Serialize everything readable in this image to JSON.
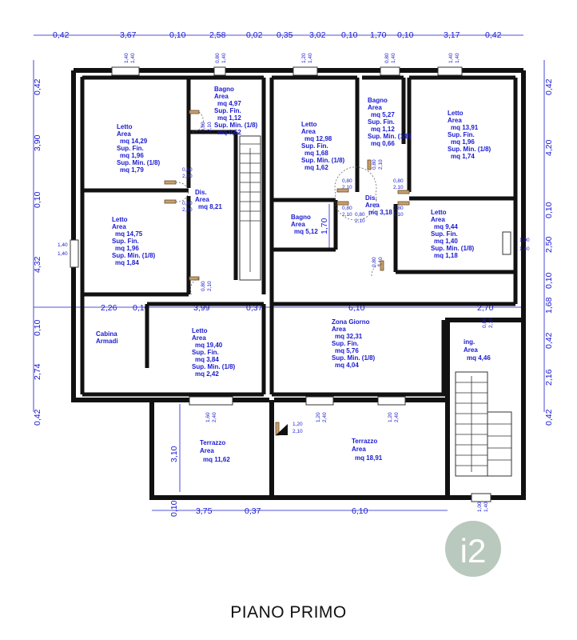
{
  "title": "PIANO PRIMO",
  "logo_text": "i2",
  "colors": {
    "annotation": "#1a1ad0",
    "wall": "#111111",
    "logo_bg": "#b9c9bd",
    "door": "#c8a070"
  },
  "top_dimensions": [
    "0,42",
    "3,67",
    "0,10",
    "2,58",
    "0,02",
    "0,35",
    "3,02",
    "0,10",
    "1,70",
    "0,10",
    "3,17",
    "0,42"
  ],
  "left_dimensions": [
    "0,42",
    "3,90",
    "0,10",
    "4,32",
    "0,10",
    "2,74",
    "0,42"
  ],
  "right_dimensions": [
    "0,42",
    "4,20",
    "0,10",
    "2,50",
    "0,10",
    "1,68",
    "0,42",
    "2,16",
    "0,42"
  ],
  "bottom_dimensions": [
    "0,10",
    "3,75",
    "0,37",
    "6,10"
  ],
  "middle_dimensions": [
    "2,26",
    "0,10",
    "3,99",
    "0,37",
    "6,10",
    "2,70"
  ],
  "vertical_inner_dimensions": [
    "1,70",
    "3,10"
  ],
  "rooms": [
    {
      "name": "Letto",
      "lines": [
        "Area",
        "mq 14,29",
        "Sup. Fin.",
        "mq 1,96",
        "Sup. Min. (1/8)",
        "mq 1,79"
      ]
    },
    {
      "name": "Bagno",
      "lines": [
        "Area",
        "mq 4,97",
        "Sup. Fin.",
        "mq 1,12",
        "Sup. Min. (1/8)",
        "mq 0,62"
      ]
    },
    {
      "name": "Letto",
      "lines": [
        "Area",
        "mq 12,98",
        "Sup. Fin.",
        "mq 1,68",
        "Sup. Min. (1/8)",
        "mq 1,62"
      ]
    },
    {
      "name": "Bagno",
      "lines": [
        "Area",
        "mq 5,27",
        "Sup. Fin.",
        "mq 1,12",
        "Sup. Min. (1/8)",
        "mq 0,66"
      ]
    },
    {
      "name": "Letto",
      "lines": [
        "Area",
        "mq 13,91",
        "Sup. Fin.",
        "mq 1,96",
        "Sup. Min. (1/8)",
        "mq 1,74"
      ]
    },
    {
      "name": "Dis.",
      "lines": [
        "Area",
        "mq 8,21"
      ]
    },
    {
      "name": "Letto",
      "lines": [
        "Area",
        "mq 14,75",
        "Sup. Fin.",
        "mq 1,96",
        "Sup. Min. (1/8)",
        "mq 1,84"
      ]
    },
    {
      "name": "Bagno",
      "lines": [
        "Area",
        "mq 5,12"
      ]
    },
    {
      "name": "Dis.",
      "lines": [
        "Area",
        "mq 3,18"
      ]
    },
    {
      "name": "Letto",
      "lines": [
        "Area",
        "mq 9,44",
        "Sup. Fin.",
        "mq 1,40",
        "Sup. Min. (1/8)",
        "mq 1,18"
      ]
    },
    {
      "name": "Cabina",
      "lines": [
        "Armadi"
      ]
    },
    {
      "name": "Letto",
      "lines": [
        "Area",
        "mq 19,40",
        "Sup. Fin.",
        "mq 3,84",
        "Sup. Min. (1/8)",
        "mq 2,42"
      ]
    },
    {
      "name": "Zona Giorno",
      "lines": [
        "Area",
        "mq 32,31",
        "Sup. Fin.",
        "mq 5,76",
        "Sup. Min. (1/8)",
        "mq 4,04"
      ]
    },
    {
      "name": "ing.",
      "lines": [
        "Area",
        "mq 4,46"
      ]
    },
    {
      "name": "Terrazzo",
      "lines": [
        "Area",
        "mq 11,62"
      ]
    },
    {
      "name": "Terrazzo",
      "lines": [
        "Area",
        "mq 18,91"
      ]
    }
  ],
  "openings": [
    [
      "1,40",
      "1,40"
    ],
    [
      "0,80",
      "1,40"
    ],
    [
      "1,20",
      "1,40"
    ],
    [
      "0,80",
      "1,40"
    ],
    [
      "1,40",
      "1,40"
    ],
    [
      "0,80",
      "2,10"
    ],
    [
      "0,80",
      "2,10"
    ],
    [
      "0,80",
      "2,10"
    ],
    [
      "0,80",
      "2,10"
    ],
    [
      "0,80",
      "2,10"
    ],
    [
      "0,80",
      "2,10"
    ],
    [
      "0,80",
      "2,10"
    ],
    [
      "0,80",
      "2,10"
    ],
    [
      "0,80",
      "2,10"
    ],
    [
      "0,80",
      "2,10"
    ],
    [
      "0,80",
      "2,10"
    ],
    [
      "1,40",
      "1,40"
    ],
    [
      "1,00",
      "1,40"
    ],
    [
      "0,80",
      "2,10"
    ],
    [
      "1,60",
      "2,40"
    ],
    [
      "1,20",
      "2,40"
    ],
    [
      "1,20",
      "2,40"
    ],
    [
      "1,20",
      "2,10"
    ],
    [
      "1,00",
      "1,40"
    ]
  ]
}
